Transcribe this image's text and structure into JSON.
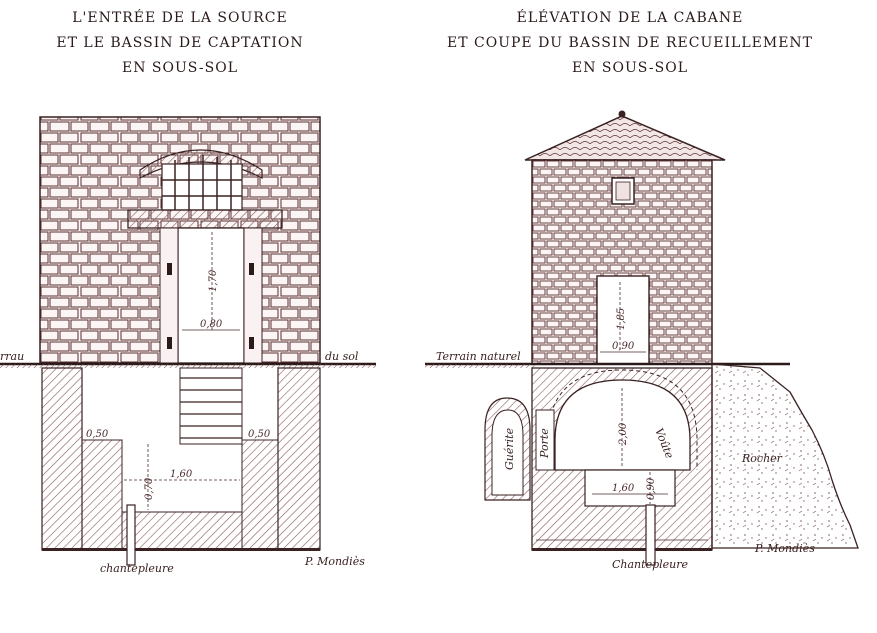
{
  "left_plate": {
    "title_lines": [
      "L'ENTRÉE DE LA SOURCE",
      "ET LE BASSIN DE CAPTATION",
      "EN SOUS-SOL"
    ],
    "ground_left": "rrau",
    "ground_right": "du sol",
    "door_height": "1,70",
    "door_width": "0,80",
    "ledge_left": "0,50",
    "ledge_right": "0,50",
    "basin_width": "1,60",
    "basin_depth": "0,70",
    "pipe_label": "chantepleure",
    "signature": "P. Mondiès"
  },
  "right_plate": {
    "title_lines": [
      "ÉLÉVATION DE LA CABANE",
      "ET COUPE DU BASSIN DE RECUEILLEMENT",
      "EN SOUS-SOL"
    ],
    "ground_label": "Terrain naturel",
    "door_height": "1,85",
    "door_width": "0,90",
    "vault_height": "2,00",
    "side_door_label": "Porte",
    "side_room_label": "Guérite",
    "arch_label": "Voûte",
    "basin_width": "1,60",
    "basin_depth": "0,90",
    "rock_label": "Rocher",
    "pipe_label": "Chantepleure",
    "signature": "P. Mondiès"
  },
  "colors": {
    "ink": "#3a2222",
    "stone_fill": "#f7eeee",
    "hatch": "#8a5a5a",
    "grid": "#6b3030"
  }
}
